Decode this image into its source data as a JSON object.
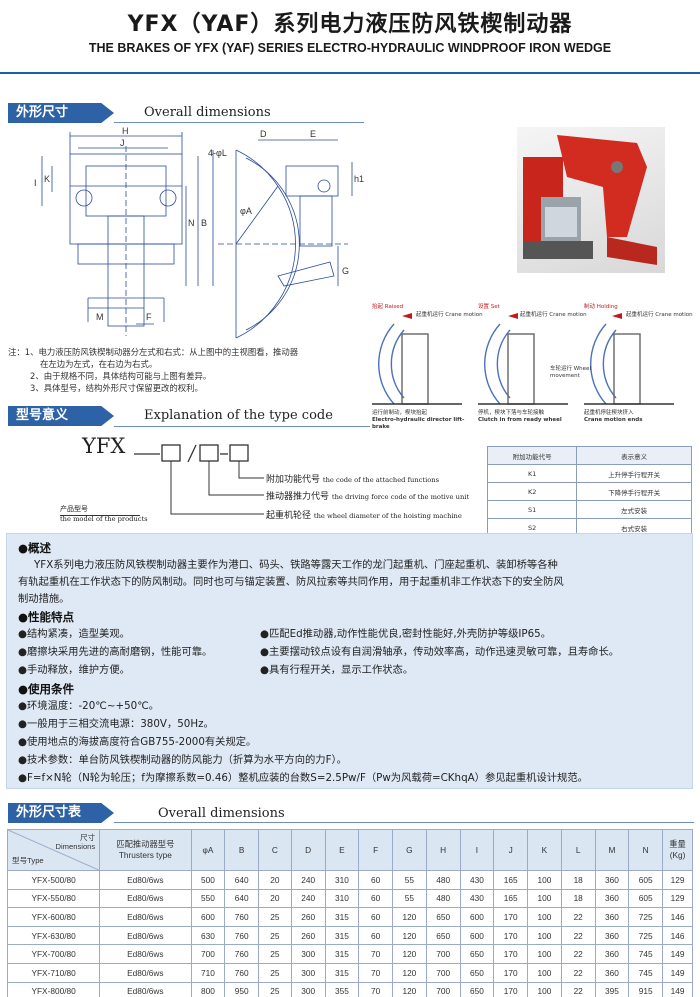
{
  "header": {
    "title_cn": "YFX（YAF）系列电力液压防风铁楔制动器",
    "title_en": "THE BRAKES OF YFX (YAF) SERIES ELECTRO-HYDRAULIC WINDPROOF IRON WEDGE"
  },
  "section_dimensions": {
    "cn": "外形尺寸",
    "en": "Overall dimensions",
    "drawing_labels": {
      "H": "H",
      "D": "D",
      "E": "E",
      "L": "4-φL",
      "K": "K",
      "J": "J",
      "I": "I",
      "N": "N",
      "B": "B",
      "A": "φA",
      "G": "G",
      "h1": "h1",
      "M": "M",
      "F": "F"
    },
    "notes": [
      "注：1、电力液压防风铁楔制动器分左式和右式：从上图中的主视图看，推动器",
      "在左边为左式，在右边为右式。",
      "2、由于规格不同，具体结构可能与上图有差异。",
      "3、具体型号，结构外形尺寸保留更改的权利。"
    ]
  },
  "states": [
    {
      "cn_top": "抬起",
      "en_top": "Raised",
      "motion": "起重机运行 Crane motion",
      "cap_cn": "运行前制动，楔块抬起",
      "cap_en": "Electro-hydraulic director lift-brake"
    },
    {
      "cn_top": "设置",
      "en_top": "Set",
      "motion": "起重机运行 Crane motion",
      "cap_cn": "停机，楔块下落与车轮接触",
      "cap_en": "Clutch in from ready wheel",
      "wheel": ""
    },
    {
      "cn_top": "制动",
      "en_top": "Holding",
      "motion": "起重机运行 Crane motion",
      "cap_cn": "起重机停驻楔块挤入",
      "cap_en": "Crane motion ends",
      "wheel": "车轮运行 Wheel movement"
    }
  ],
  "section_type": {
    "cn": "型号意义",
    "en": "Explanation of the type code",
    "code": "YFX",
    "labels": [
      {
        "cn": "附加功能代号",
        "en": "the code of the attached functions"
      },
      {
        "cn": "推动器推力代号",
        "en": "the driving force code of the motive unit"
      },
      {
        "cn": "起重机轮径",
        "en": "the wheel diameter of the hoisting machine"
      }
    ],
    "model_cn": "产品型号",
    "model_en": "the model of the products",
    "func_table": {
      "headers": [
        "附加功能代号",
        "表示意义"
      ],
      "rows": [
        [
          "K1",
          "上升停手行程开关"
        ],
        [
          "K2",
          "下降停手行程开关"
        ],
        [
          "S1",
          "左式安装"
        ],
        [
          "S2",
          "右式安装"
        ]
      ]
    }
  },
  "overview": {
    "h_summary": "●概述",
    "summary": [
      "YFX系列电力液压防风铁楔制动器主要作为港口、码头、铁路等露天工作的龙门起重机、门座起重机、装卸桥等各种",
      "有轨起重机在工作状态下的防风制动。同时也可与锚定装置、防风拉索等共同作用，用于起重机非工作状态下的安全防风",
      "制动措施。"
    ],
    "h_features": "●性能特点",
    "features_left": [
      "●结构紧凑，造型美观。",
      "●磨擦块采用先进的高耐磨钢，性能可靠。",
      "●手动释放，维护方便。"
    ],
    "features_right": [
      "●匹配Ed推动器,动作性能优良,密封性能好,外壳防护等级IP65。",
      "●主要摆动铰点设有自润滑轴承，传动效率高，动作迅速灵敏可靠，且寿命长。",
      "●具有行程开关，显示工作状态。"
    ],
    "h_conditions": "●使用条件",
    "conditions": [
      "●环境温度：-20℃~+50℃。",
      "●一般用于三相交流电源：380V，50Hz。",
      "●使用地点的海拔高度符合GB755-2000有关规定。",
      "●技术参数：单台防风铁楔制动器的防风能力（折算为水平方向的力F）。",
      "●F=f×N轮（N轮为轮压；f为摩擦系数=0.46）整机应装的台数S=2.5Pw/F（Pw为风载荷=CKhqA）参见起重机设计规范。"
    ]
  },
  "section_table": {
    "cn": "外形尺寸表",
    "en": "Overall dimensions",
    "corner_dim": "尺寸",
    "corner_dim_en": "Dimensions",
    "corner_type": "型号Type",
    "col_thruster_cn": "匹配推动器型号",
    "col_thruster_en": "Thrusters type",
    "columns": [
      "φA",
      "B",
      "C",
      "D",
      "E",
      "F",
      "G",
      "H",
      "I",
      "J",
      "K",
      "L",
      "M",
      "N"
    ],
    "col_weight_cn": "重量",
    "col_weight_unit": "(Kg)",
    "rows": [
      [
        "YFX-500/80",
        "Ed80/6ws",
        "500",
        "640",
        "20",
        "240",
        "310",
        "60",
        "55",
        "480",
        "430",
        "165",
        "100",
        "18",
        "360",
        "605",
        "129"
      ],
      [
        "YFX-550/80",
        "Ed80/6ws",
        "550",
        "640",
        "20",
        "240",
        "310",
        "60",
        "55",
        "480",
        "430",
        "165",
        "100",
        "18",
        "360",
        "605",
        "129"
      ],
      [
        "YFX-600/80",
        "Ed80/6ws",
        "600",
        "760",
        "25",
        "260",
        "315",
        "60",
        "120",
        "650",
        "600",
        "170",
        "100",
        "22",
        "360",
        "725",
        "146"
      ],
      [
        "YFX-630/80",
        "Ed80/6ws",
        "630",
        "760",
        "25",
        "260",
        "315",
        "60",
        "120",
        "650",
        "600",
        "170",
        "100",
        "22",
        "360",
        "725",
        "146"
      ],
      [
        "YFX-700/80",
        "Ed80/6ws",
        "700",
        "760",
        "25",
        "300",
        "315",
        "70",
        "120",
        "700",
        "650",
        "170",
        "100",
        "22",
        "360",
        "745",
        "149"
      ],
      [
        "YFX-710/80",
        "Ed80/6ws",
        "710",
        "760",
        "25",
        "300",
        "315",
        "70",
        "120",
        "700",
        "650",
        "170",
        "100",
        "22",
        "360",
        "745",
        "149"
      ],
      [
        "YFX-800/80",
        "Ed80/6ws",
        "800",
        "950",
        "25",
        "300",
        "355",
        "70",
        "120",
        "700",
        "650",
        "170",
        "100",
        "22",
        "395",
        "915",
        "149"
      ]
    ]
  }
}
